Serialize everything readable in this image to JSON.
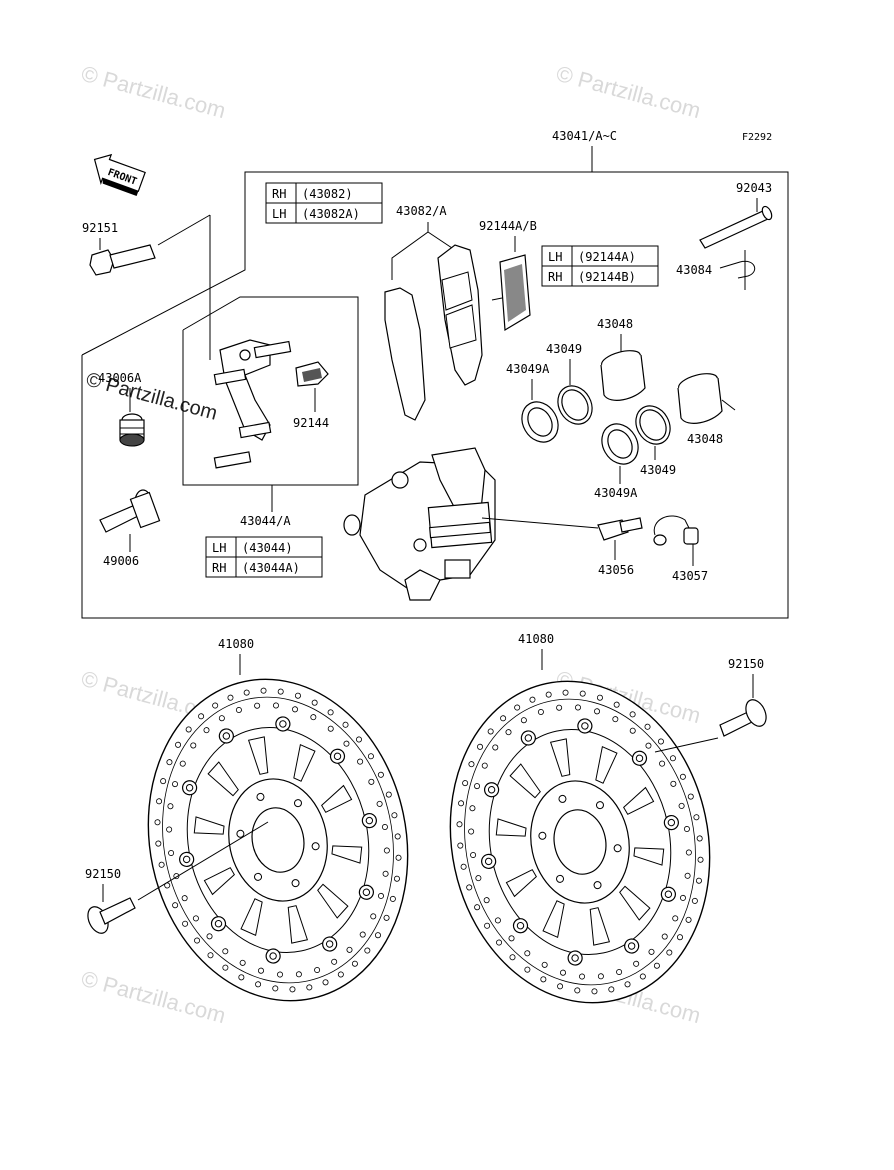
{
  "figure_code": "F2292",
  "watermark": "© Partzilla.com",
  "front_arrow_label": "FRONT",
  "labels": {
    "caliper_assy": "43041/A~C",
    "bolt_92151": "92151",
    "seal_43006a": "43006A",
    "pin_49006": "49006",
    "bracket_43044": "43044/A",
    "pad_43082": "43082/A",
    "spring_92144ab": "92144A/B",
    "spring_92144": "92144",
    "pin_92043": "92043",
    "clip_43084": "43084",
    "piston_43048_a": "43048",
    "piston_43048_b": "43048",
    "seal_43049_a": "43049",
    "seal_43049_b": "43049",
    "seal_43049a_a": "43049A",
    "seal_43049a_b": "43049A",
    "bleeder_43056": "43056",
    "cap_43057": "43057",
    "disc_left": "41080",
    "disc_right": "41080",
    "bolt_92150_left": "92150",
    "bolt_92150_right": "92150"
  },
  "tables": {
    "pads": [
      {
        "side": "RH",
        "part": "(43082)"
      },
      {
        "side": "LH",
        "part": "(43082A)"
      }
    ],
    "springs": [
      {
        "side": "LH",
        "part": "(92144A)"
      },
      {
        "side": "RH",
        "part": "(92144B)"
      }
    ],
    "brackets": [
      {
        "side": "LH",
        "part": "(43044)"
      },
      {
        "side": "RH",
        "part": "(43044A)"
      }
    ]
  }
}
